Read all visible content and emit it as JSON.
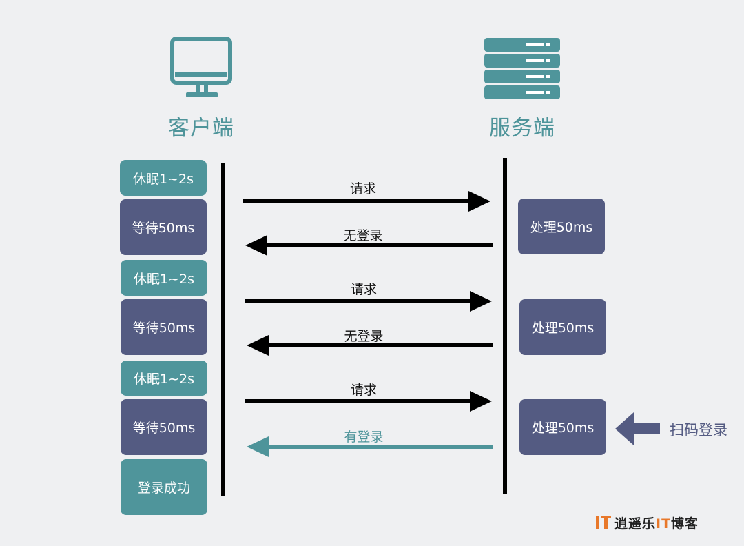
{
  "client": {
    "title": "客户端",
    "icon": "monitor-icon"
  },
  "server": {
    "title": "服务端",
    "icon": "server-rack-icon"
  },
  "client_steps": [
    {
      "label": "休眠1~2s",
      "kind": "sleep"
    },
    {
      "label": "等待50ms",
      "kind": "wait"
    },
    {
      "label": "休眠1~2s",
      "kind": "sleep"
    },
    {
      "label": "等待50ms",
      "kind": "wait"
    },
    {
      "label": "休眠1~2s",
      "kind": "sleep"
    },
    {
      "label": "等待50ms",
      "kind": "wait"
    },
    {
      "label": "登录成功",
      "kind": "success"
    }
  ],
  "server_steps": [
    {
      "label": "处理50ms"
    },
    {
      "label": "处理50ms"
    },
    {
      "label": "处理50ms"
    }
  ],
  "messages": [
    {
      "label": "请求",
      "direction": "to-server",
      "status": "normal"
    },
    {
      "label": "无登录",
      "direction": "to-client",
      "status": "normal"
    },
    {
      "label": "请求",
      "direction": "to-server",
      "status": "normal"
    },
    {
      "label": "无登录",
      "direction": "to-client",
      "status": "normal"
    },
    {
      "label": "请求",
      "direction": "to-server",
      "status": "normal"
    },
    {
      "label": "有登录",
      "direction": "to-client",
      "status": "success"
    }
  ],
  "external_event": {
    "label": "扫码登录",
    "icon": "arrow-left-icon"
  },
  "watermark": {
    "prefix": "逍遥乐",
    "highlight": "IT",
    "suffix": "博客",
    "icon": "it-logo-icon"
  },
  "colors": {
    "teal": "#4f959b",
    "navy": "#545b82",
    "arrow": "#000000",
    "success_arrow": "#4e949a",
    "background": "#eff0f2"
  }
}
